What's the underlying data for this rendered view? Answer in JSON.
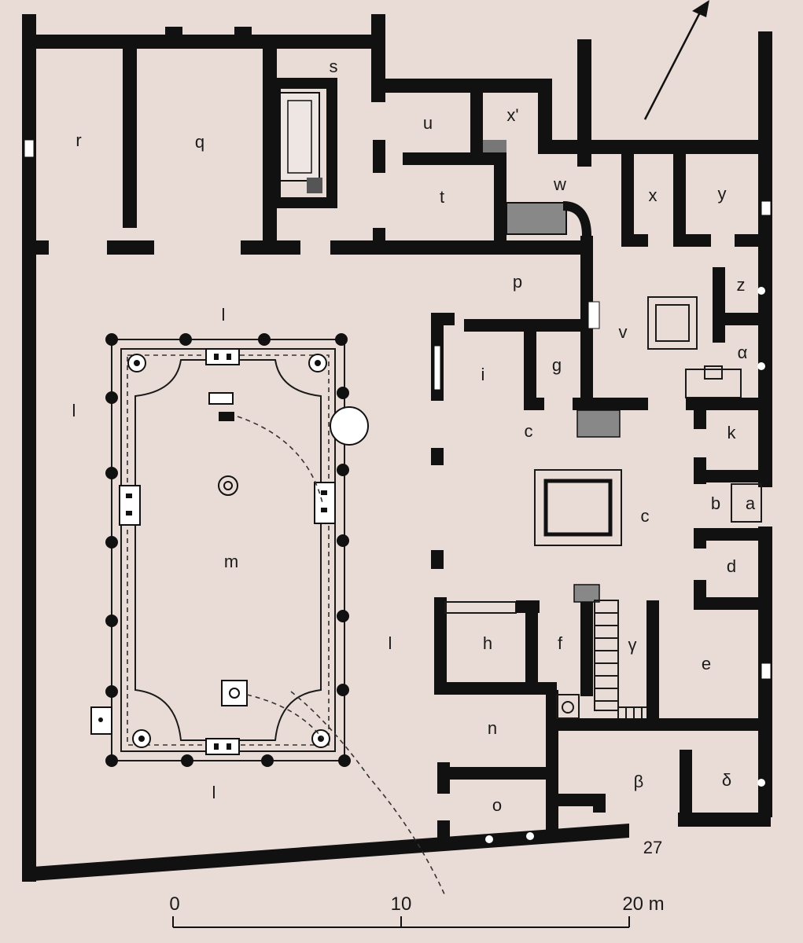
{
  "room_labels": {
    "r": "r",
    "q": "q",
    "s": "s",
    "u": "u",
    "x_prime": "x'",
    "t": "t",
    "w": "w",
    "x": "x",
    "y": "y",
    "p": "p",
    "z": "z",
    "v": "v",
    "alpha": "α",
    "l_top": "l",
    "l_left": "l",
    "l_right": "l",
    "l_bottom": "l",
    "i": "i",
    "g": "g",
    "c_upper": "c",
    "k": "k",
    "m": "m",
    "c_center": "c",
    "b": "b",
    "a": "a",
    "d": "d",
    "h": "h",
    "f": "f",
    "gamma": "γ",
    "e": "e",
    "n": "n",
    "beta": "β",
    "delta": "δ",
    "o": "o",
    "entrance_number": "27"
  },
  "scale_bar": {
    "ticks": [
      "0",
      "10",
      "20 m"
    ]
  },
  "north_arrow_icon": "arrow-up-right-icon"
}
